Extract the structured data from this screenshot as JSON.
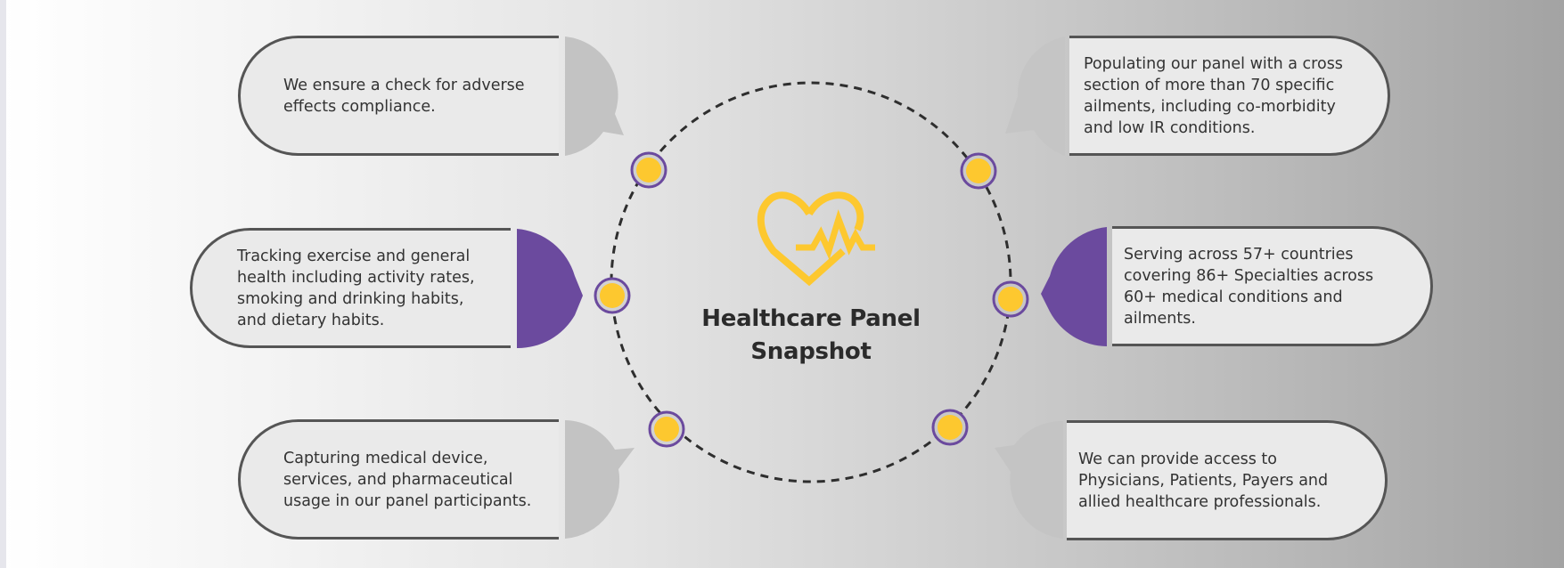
{
  "title": {
    "line1": "Healthcare Panel",
    "line2": "Snapshot"
  },
  "icons": {
    "center": "heart-pulse-icon"
  },
  "colors": {
    "accent_purple": "#6b4a9e",
    "accent_yellow": "#fdc82f",
    "bubble_grey": "#c3c3c3",
    "box_fill": "#eaeaea",
    "box_border": "#555555",
    "text": "#333333"
  },
  "cards": [
    {
      "id": "top-left",
      "text": "We ensure a check for adverse\neffects compliance."
    },
    {
      "id": "middle-left",
      "text": "Tracking exercise and general\nhealth including activity rates,\nsmoking and drinking habits,\nand dietary habits."
    },
    {
      "id": "bottom-left",
      "text": "Capturing medical device,\nservices, and pharmaceutical\nusage in our panel participants."
    },
    {
      "id": "top-right",
      "text": "Populating our panel with a cross\nsection of more than 70 specific\nailments, including co-morbidity\nand low IR conditions."
    },
    {
      "id": "middle-right",
      "text": "Serving across 57+ countries\n covering 86+ Specialties across\n60+ medical conditions and\nailments."
    },
    {
      "id": "bottom-right",
      "text": "We can provide access to\nPhysicians, Patients, Payers and\nallied healthcare professionals."
    }
  ]
}
